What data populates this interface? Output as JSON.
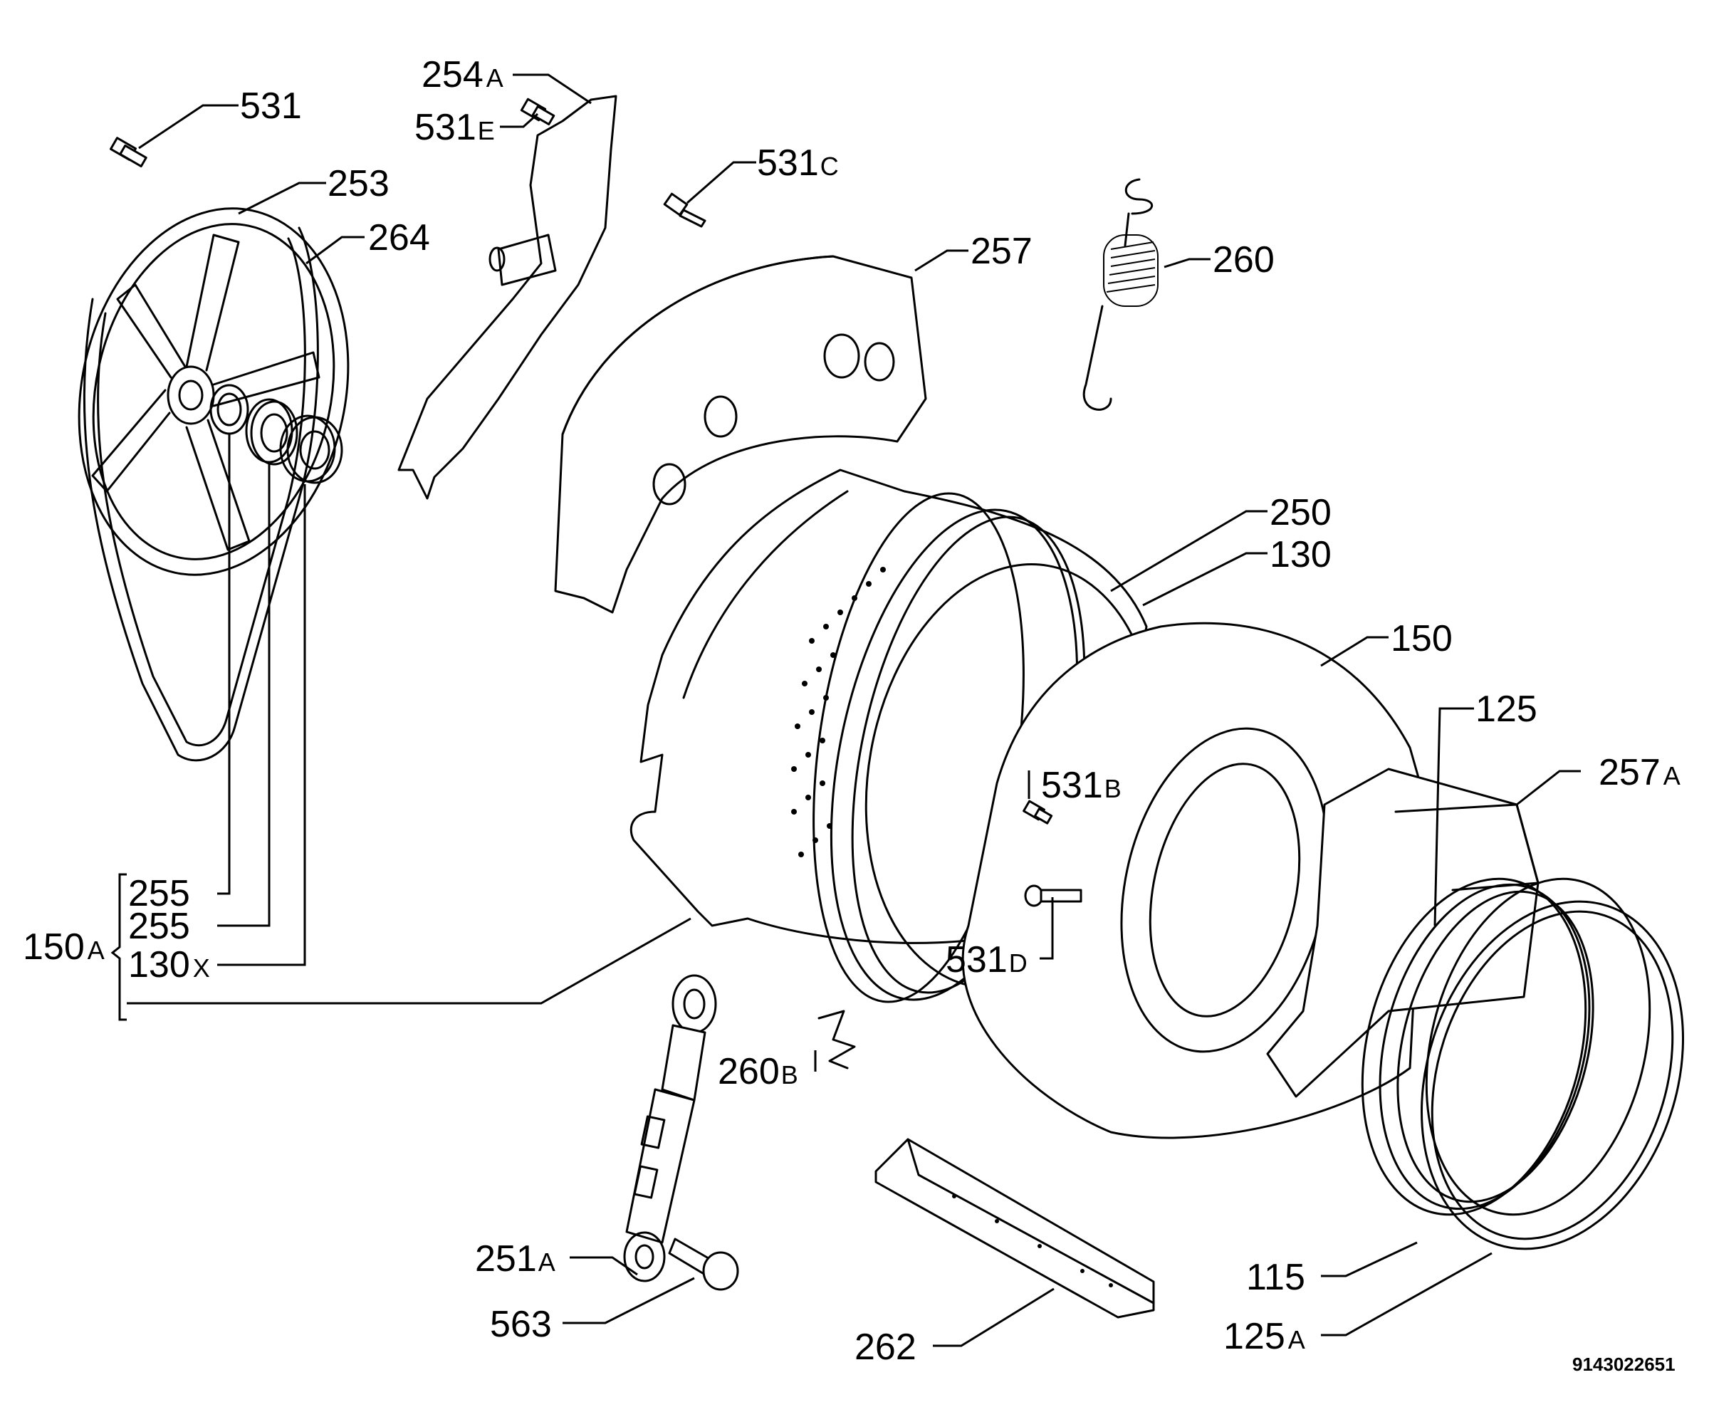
{
  "document_number": "9143022651",
  "labels": {
    "l531": "531",
    "l254A_num": "254",
    "l254A_suf": "A",
    "l531E_num": "531",
    "l531E_suf": "E",
    "l531C_num": "531",
    "l531C_suf": "C",
    "l253": "253",
    "l264": "264",
    "l257": "257",
    "l260": "260",
    "l250": "250",
    "l130": "130",
    "l150": "150",
    "l125": "125",
    "l257A_num": "257",
    "l257A_suf": "A",
    "l531B_num": "531",
    "l531B_suf": "B",
    "l531D_num": "531",
    "l531D_suf": "D",
    "l255a": "255",
    "l255b": "255",
    "l130X_num": "130",
    "l130X_suf": "X",
    "l150A_num": "150",
    "l150A_suf": "A",
    "l260B_num": "260",
    "l260B_suf": "B",
    "l251A_num": "251",
    "l251A_suf": "A",
    "l563": "563",
    "l262": "262",
    "l115": "115",
    "l125A_num": "125",
    "l125A_suf": "A"
  }
}
